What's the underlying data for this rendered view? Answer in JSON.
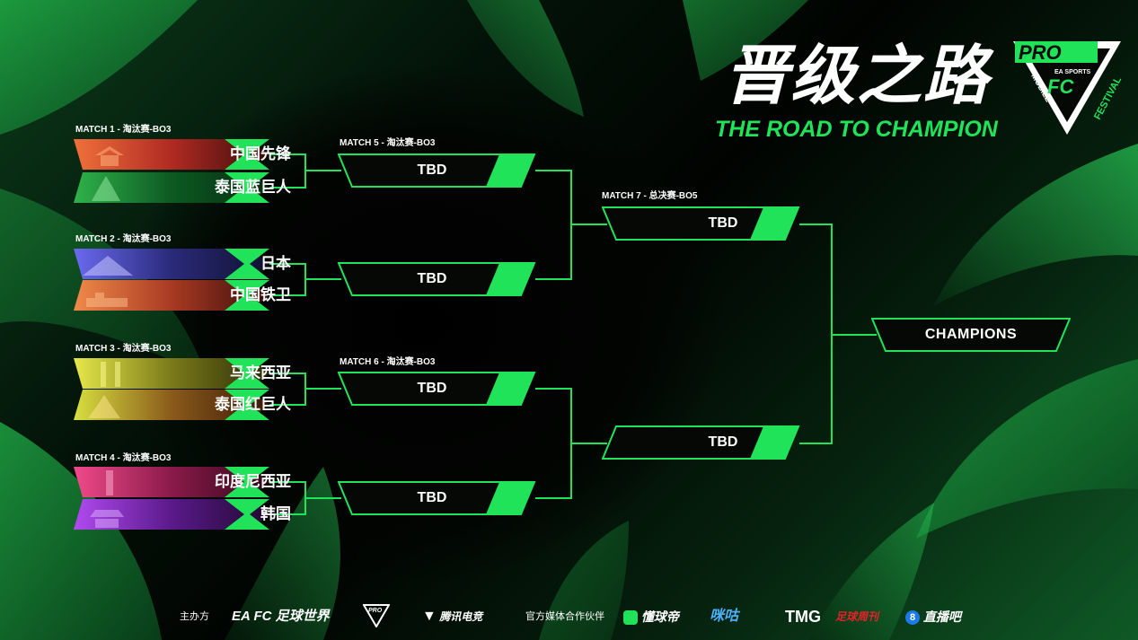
{
  "header": {
    "title_cn": "晋级之路",
    "title_en": "THE ROAD TO CHAMPION",
    "logo": {
      "top": "PRO",
      "mid": "EA SPORTS",
      "side": "MOBILE",
      "right": "FESTIVAL",
      "icon": "fc-mobile-pro-festival-logo"
    }
  },
  "quarterfinals": [
    {
      "label": "MATCH 1 - 淘汰赛-BO3",
      "teams": [
        "中国先锋",
        "泰国蓝巨人"
      ]
    },
    {
      "label": "MATCH 2 - 淘汰赛-BO3",
      "teams": [
        "日本",
        "中国铁卫"
      ]
    },
    {
      "label": "MATCH 3 - 淘汰赛-BO3",
      "teams": [
        "马来西亚",
        "泰国红巨人"
      ]
    },
    {
      "label": "MATCH 4 - 淘汰赛-BO3",
      "teams": [
        "印度尼西亚",
        "韩国"
      ]
    }
  ],
  "semifinals": [
    {
      "label": "MATCH 5 - 淘汰赛-BO3",
      "slots": [
        "TBD",
        "TBD"
      ]
    },
    {
      "label": "MATCH 6 - 淘汰赛-BO3",
      "slots": [
        "TBD",
        "TBD"
      ]
    }
  ],
  "final": {
    "label": "MATCH 7 - 总决赛-BO5",
    "slots": [
      "TBD",
      "TBD"
    ]
  },
  "champion": "CHAMPIONS",
  "footer": {
    "organizer_label": "主办方",
    "organizer_logos": [
      "EA FC 足球世界",
      "PRO",
      "腾讯电竞"
    ],
    "media_label": "官方媒体合作伙伴",
    "media_logos": [
      "懂球帝",
      "咪咕",
      "TMG",
      "足球周刊",
      "直播吧"
    ]
  },
  "colors": {
    "accent": "#21e35a",
    "dark": "#050805"
  }
}
